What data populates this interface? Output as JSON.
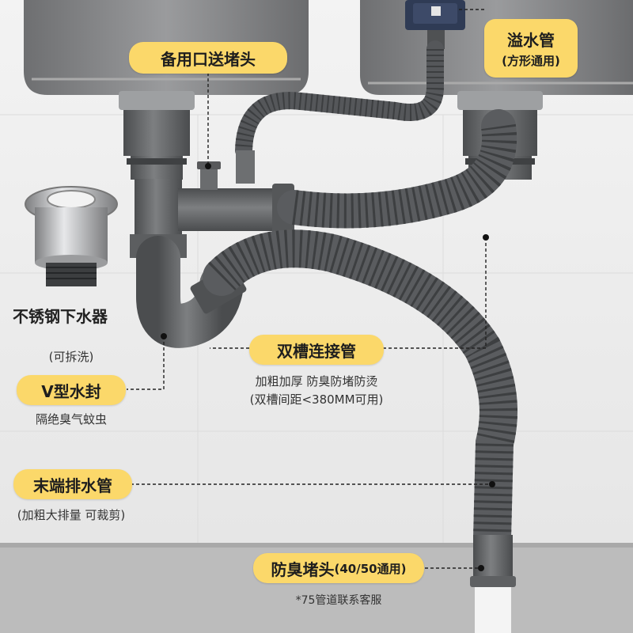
{
  "labels": {
    "spare_port": "备用口送堵头",
    "overflow_title": "溢水管",
    "overflow_sub": "(方形通用)",
    "strainer": "不锈钢下水器",
    "washable": "(可拆洗)",
    "v_trap": "V型水封",
    "v_trap_desc": "隔绝臭气蚊虫",
    "double_pipe": "双槽连接管",
    "double_pipe_desc1": "加粗加厚 防臭防堵防烫",
    "double_pipe_desc2": "(双槽间距<380MM可用)",
    "end_pipe": "末端排水管",
    "end_pipe_desc": "(加粗大排量 可裁剪)",
    "plug_main": "防臭堵头",
    "plug_size": "(40/50通用)",
    "plug_note": "*75管道联系客服"
  },
  "colors": {
    "label_bg": "#fbd86a",
    "pipe": "#5f6163",
    "wall": "#eeeeee",
    "floor": "#bebebe"
  }
}
